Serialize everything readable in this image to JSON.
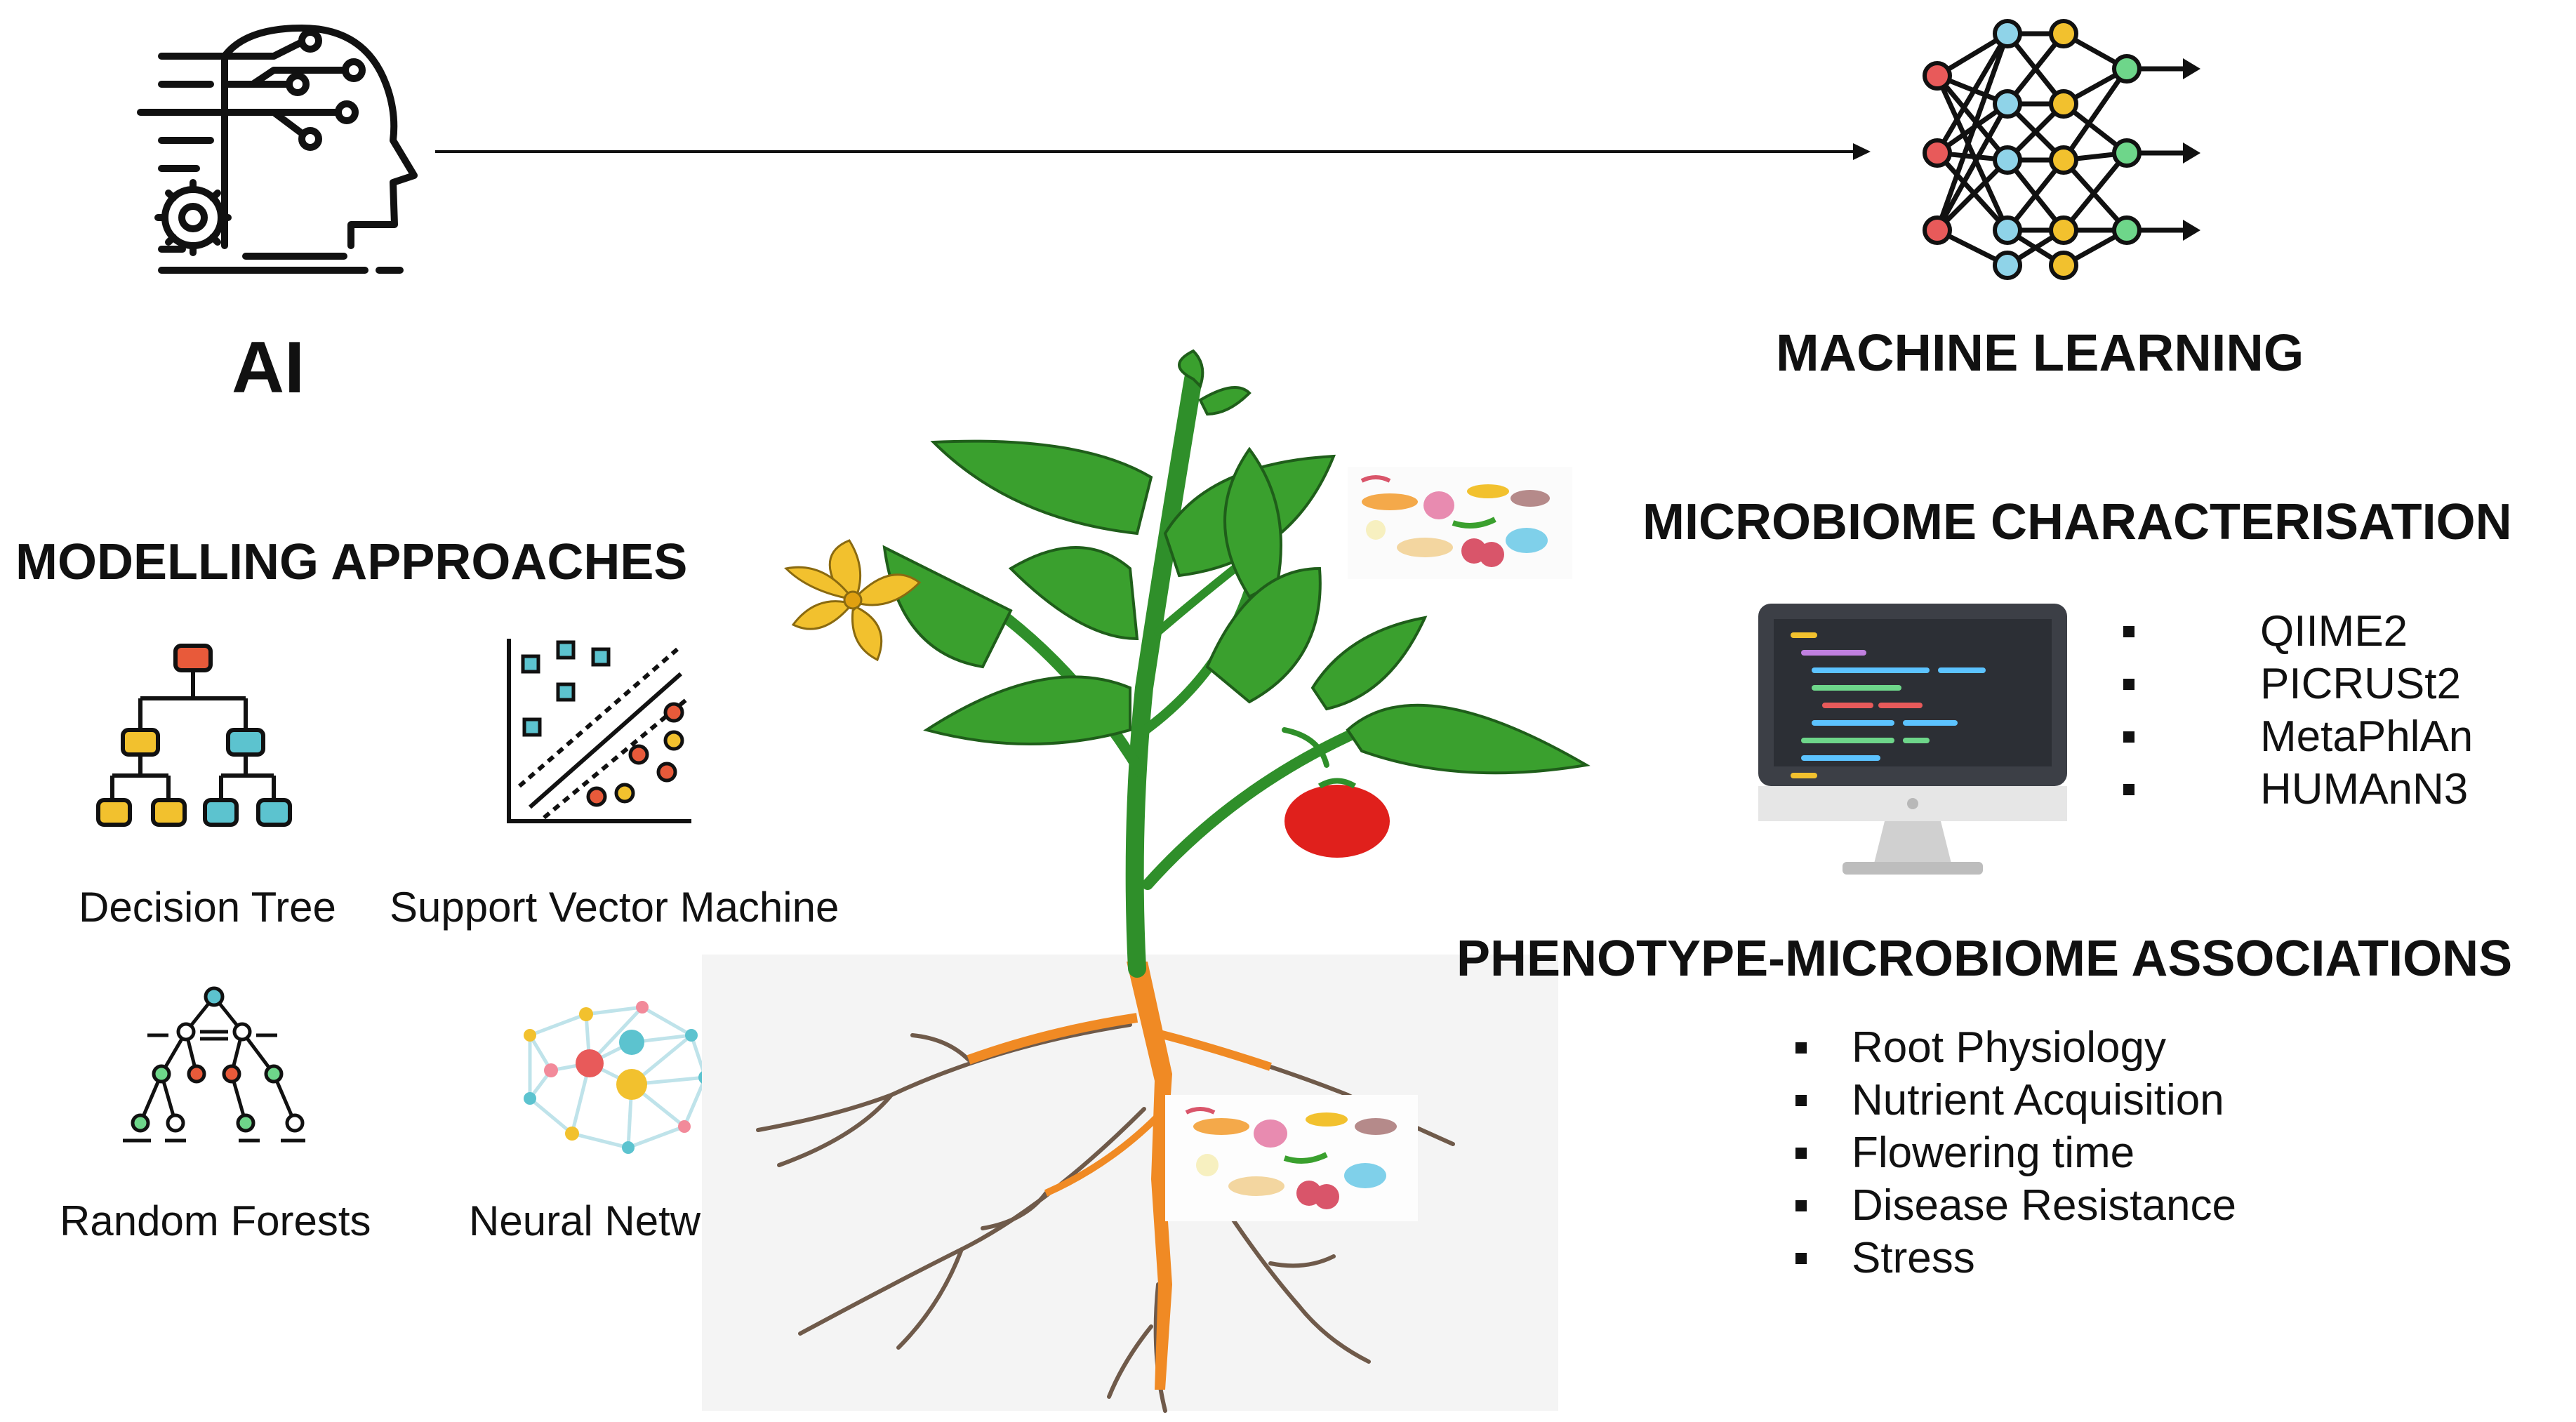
{
  "ai": {
    "label": "AI",
    "icon": "ai-head-icon"
  },
  "machine_learning": {
    "label": "MACHINE LEARNING",
    "icon": "neural-network-icon"
  },
  "modelling": {
    "title": "MODELLING APPROACHES",
    "items": [
      {
        "label": "Decision Tree",
        "icon": "decision-tree-icon"
      },
      {
        "label": "Support Vector Machine",
        "icon": "support-vector-machine-icon"
      },
      {
        "label": "Random Forests",
        "icon": "random-forests-icon"
      },
      {
        "label": "Neural Networks",
        "icon": "neural-networks-icon"
      }
    ]
  },
  "microbiome": {
    "title": "MICROBIOME CHARACTERISATION",
    "icon": "computer-monitor-icon",
    "tools": [
      "QIIME2",
      "PICRUSt2",
      "MetaPhlAn",
      "HUMAnN3"
    ]
  },
  "associations": {
    "title": "PHENOTYPE-MICROBIOME ASSOCIATIONS",
    "items": [
      "Root Physiology",
      "Nutrient Acquisition",
      "Flowering time",
      "Disease Resistance",
      "Stress"
    ]
  },
  "colors": {
    "leaf": "#3aa02e",
    "stem": "#2f8f2a",
    "root": "#f08a24",
    "flower": "#f2c12e",
    "fruit": "#e0201c",
    "soil": "#f4f4f4"
  }
}
